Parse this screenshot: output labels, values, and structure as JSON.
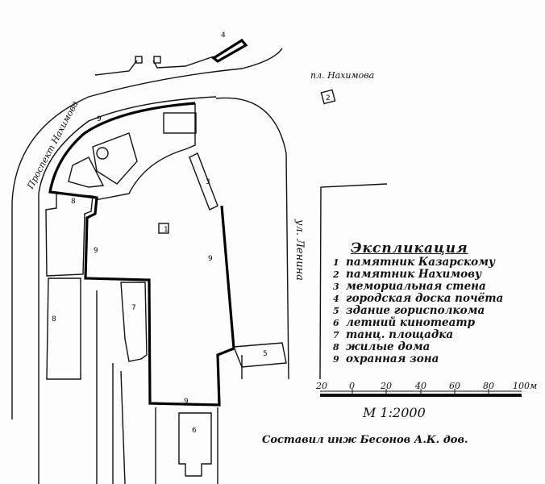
{
  "map": {
    "streets": {
      "prospect": "Проспект Нахимова",
      "square": "пл. Нахимова",
      "lenin": "ул. Ленина"
    },
    "markers": {
      "m1": "1",
      "m2": "2",
      "m3": "3",
      "m4": "4",
      "m5": "5",
      "m6": "6",
      "m7": "7",
      "m8a": "8",
      "m8b": "8",
      "m9a": "9",
      "m9b": "9",
      "m9c": "9",
      "m9d": "9"
    }
  },
  "legend": {
    "title": "Экспликация",
    "items": [
      {
        "n": "1",
        "label": "памятник Казарскому"
      },
      {
        "n": "2",
        "label": "памятник Нахимову"
      },
      {
        "n": "3",
        "label": "мемориальная стена"
      },
      {
        "n": "4",
        "label": "городская доска почёта"
      },
      {
        "n": "5",
        "label": "здание горисполкома"
      },
      {
        "n": "6",
        "label": "летний кинотеатр"
      },
      {
        "n": "7",
        "label": "танц. площадка"
      },
      {
        "n": "8",
        "label": "жилые дома"
      },
      {
        "n": "9",
        "label": "охранная зона"
      }
    ]
  },
  "scale": {
    "ticks": [
      "20",
      "0",
      "20",
      "40",
      "60",
      "80",
      "100м"
    ],
    "ratio": "М 1:2000"
  },
  "credit": "Составил инж Бесонов А.К. дов."
}
